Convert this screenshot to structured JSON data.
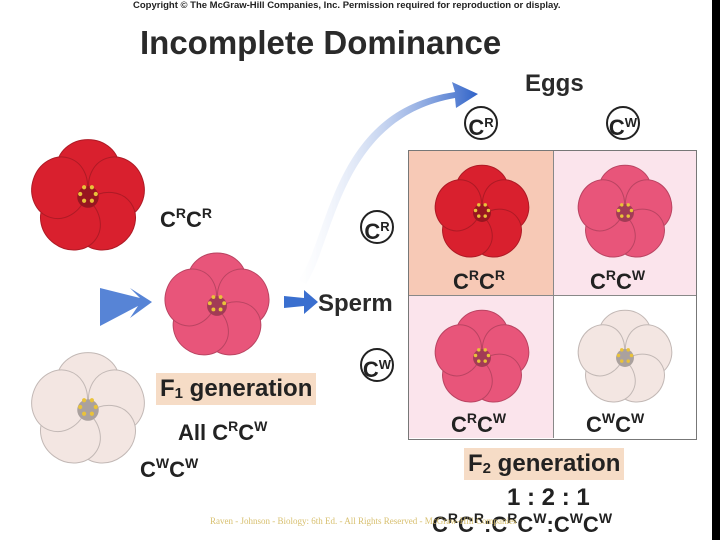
{
  "copyright": "Copyright © The McGraw-Hill Companies, Inc. Permission required for reproduction or display.",
  "title": "Incomplete Dominance",
  "eggs_label": "Eggs",
  "sperm_label": "Sperm",
  "allele_main": "C",
  "egg_alleles": [
    "R",
    "W"
  ],
  "sperm_alleles": [
    "R",
    "W"
  ],
  "parents": {
    "red": {
      "a1": "R",
      "a2": "R"
    },
    "white": {
      "a1": "W",
      "a2": "W"
    }
  },
  "f1": {
    "label_main": "F",
    "label_sub": "1",
    "label_rest": " generation",
    "all_prefix": "All ",
    "a1": "R",
    "a2": "W"
  },
  "punnett": [
    {
      "a1": "R",
      "a2": "R",
      "color": "red"
    },
    {
      "a1": "R",
      "a2": "W",
      "color": "pink"
    },
    {
      "a1": "R",
      "a2": "W",
      "color": "pink"
    },
    {
      "a1": "W",
      "a2": "W",
      "color": "white"
    }
  ],
  "f2": {
    "label_main": "F",
    "label_sub": "2",
    "label_rest": " generation",
    "ratio": "1 : 2 : 1",
    "genotypes": [
      {
        "a1": "R",
        "a2": "R"
      },
      {
        "a1": "R",
        "a2": "W"
      },
      {
        "a1": "W",
        "a2": "W"
      }
    ],
    "sep": ":"
  },
  "credit": "Raven - Johnson - Biology: 6th Ed. - All Rights Reserved - McGraw-Hill Companies",
  "colors": {
    "red": "#d9202e",
    "pink": "#e8557a",
    "white": "#f3e6e2",
    "arrow": "#3a6fcf"
  }
}
